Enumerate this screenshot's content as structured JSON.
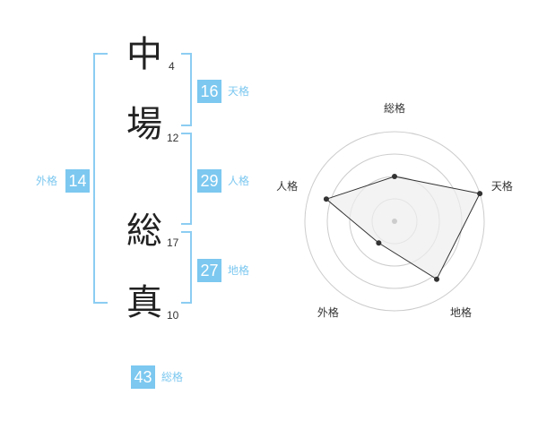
{
  "name": [
    {
      "char": "中",
      "strokes": "4"
    },
    {
      "char": "場",
      "strokes": "12"
    },
    {
      "char": "総",
      "strokes": "17"
    },
    {
      "char": "真",
      "strokes": "10"
    }
  ],
  "scores": {
    "tenkaku": {
      "value": "16",
      "label": "天格"
    },
    "jinkaku": {
      "value": "29",
      "label": "人格"
    },
    "chikaku": {
      "value": "27",
      "label": "地格"
    },
    "gaikaku": {
      "value": "14",
      "label": "外格"
    },
    "soukaku": {
      "value": "43",
      "label": "総格"
    }
  },
  "chart_data": {
    "type": "radar",
    "axes": [
      "総格",
      "天格",
      "地格",
      "外格",
      "人格"
    ],
    "values": [
      0.5,
      1.0,
      0.8,
      0.3,
      0.8
    ],
    "max": 1.0,
    "rings": 4,
    "colors": {
      "fill": "#eeeeee",
      "line": "#333333",
      "grid": "#cccccc",
      "center": "#cccccc"
    }
  }
}
